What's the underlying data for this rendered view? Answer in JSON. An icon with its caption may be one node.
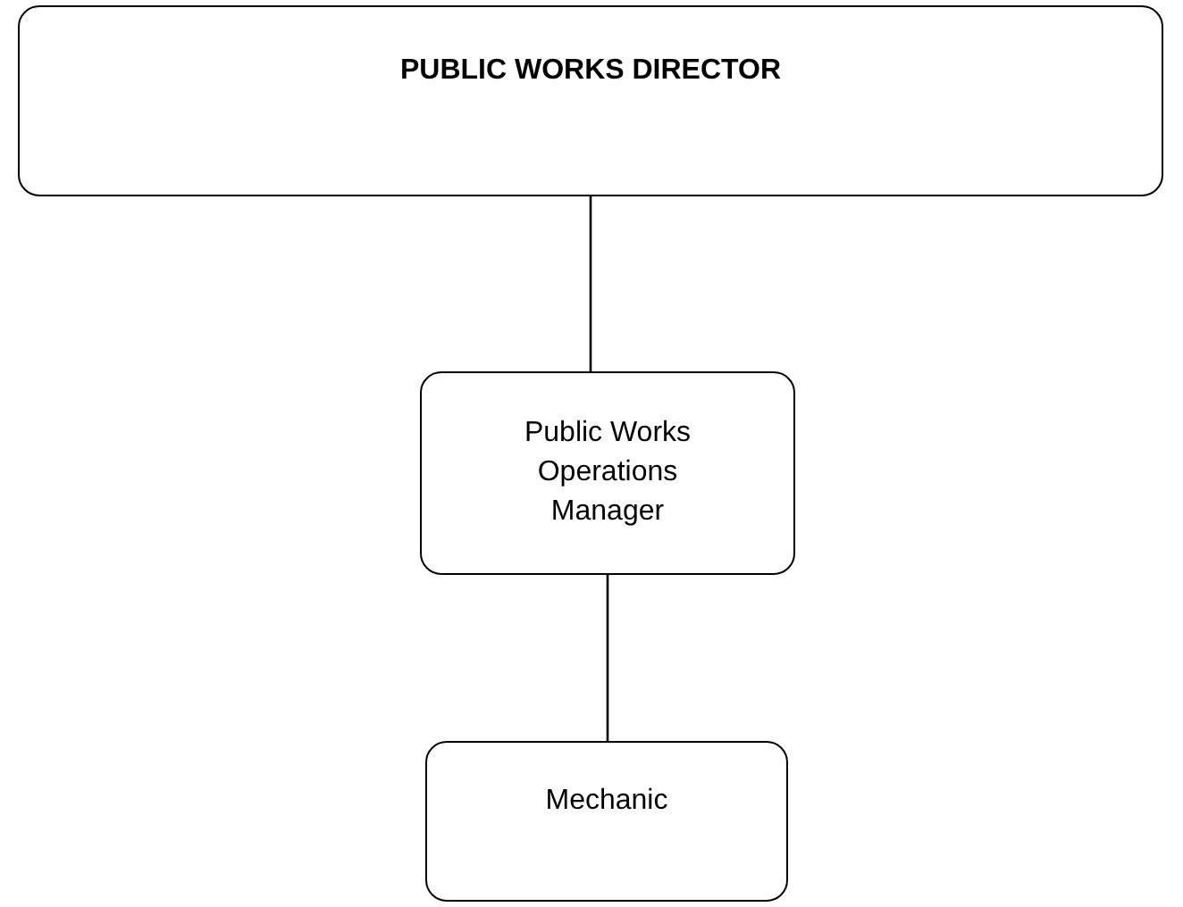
{
  "diagram": {
    "nodes": [
      {
        "text": [
          "PUBLIC WORKS DIRECTOR"
        ]
      },
      {
        "text": [
          "Public Works Operations Manager"
        ]
      },
      {
        "text": [
          "Mechanic"
        ]
      }
    ],
    "edges": [
      {
        "from": 0,
        "to": 1,
        "arrow": "none"
      },
      {
        "from": 1,
        "to": 2,
        "arrow": "none"
      }
    ]
  }
}
